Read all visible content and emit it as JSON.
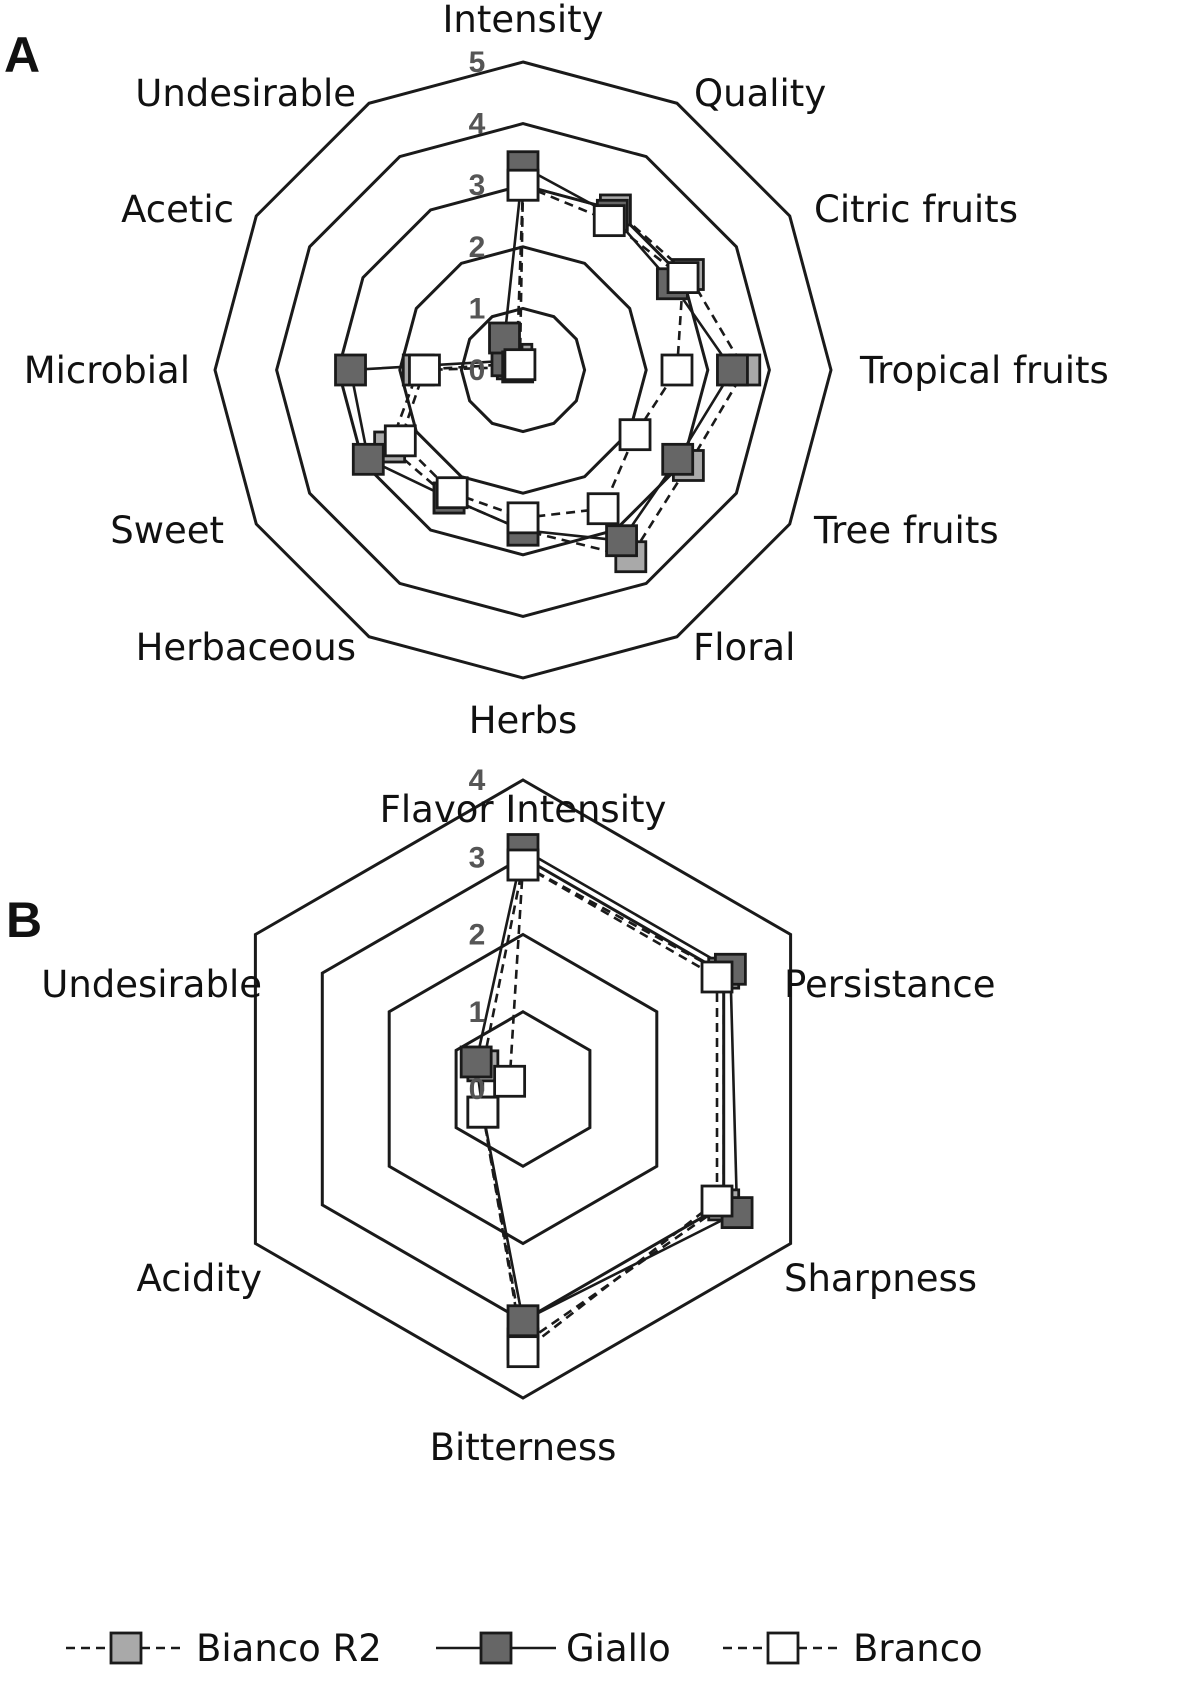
{
  "chart_data": [
    {
      "panel": "A",
      "type": "radar",
      "rmax": 5,
      "ticks": [
        "0",
        "1",
        "2",
        "3",
        "4",
        "5"
      ],
      "categories": [
        "Intensity",
        "Quality",
        "Citric fruits",
        "Tropical fruits",
        "Tree fruits",
        "Floral",
        "Herbs",
        "Herbaceous",
        "Sweet",
        "Microbial",
        "Acetic",
        "Undesirable"
      ],
      "series": [
        {
          "name": "Bianco R2",
          "values": [
            3.0,
            3.0,
            3.1,
            3.6,
            3.1,
            3.5,
            2.6,
            2.4,
            2.5,
            1.7,
            0.2,
            0.2
          ]
        },
        {
          "name": "Giallo",
          "values": [
            3.3,
            2.9,
            2.8,
            3.4,
            2.9,
            3.2,
            2.6,
            2.4,
            2.9,
            2.8,
            0.3,
            0.6
          ]
        },
        {
          "name": "Branco",
          "values": [
            3.0,
            2.8,
            3.0,
            2.5,
            2.1,
            2.6,
            2.4,
            2.3,
            2.3,
            1.6,
            0.1,
            0.1
          ]
        }
      ]
    },
    {
      "panel": "B",
      "type": "radar",
      "rmax": 4,
      "ticks": [
        "0",
        "1",
        "2",
        "3",
        "4"
      ],
      "categories": [
        "Flavor Intensity",
        "Persistance",
        "Sharpness",
        "Bitterness",
        "Acidity",
        "Undesirable"
      ],
      "series": [
        {
          "name": "Bianco R2",
          "values": [
            2.9,
            3.0,
            3.0,
            3.3,
            0.6,
            0.6
          ]
        },
        {
          "name": "Giallo",
          "values": [
            3.1,
            3.1,
            3.2,
            3.0,
            0.6,
            0.7
          ]
        },
        {
          "name": "Branco",
          "values": [
            2.9,
            2.9,
            2.9,
            3.4,
            0.6,
            0.2
          ]
        }
      ]
    }
  ],
  "legend": [
    {
      "label": "Bianco R2",
      "fill": "#a9a9a9",
      "dash": true
    },
    {
      "label": "Giallo",
      "fill": "#666666",
      "dash": false
    },
    {
      "label": "Branco",
      "fill": "#ffffff",
      "dash": true
    }
  ]
}
